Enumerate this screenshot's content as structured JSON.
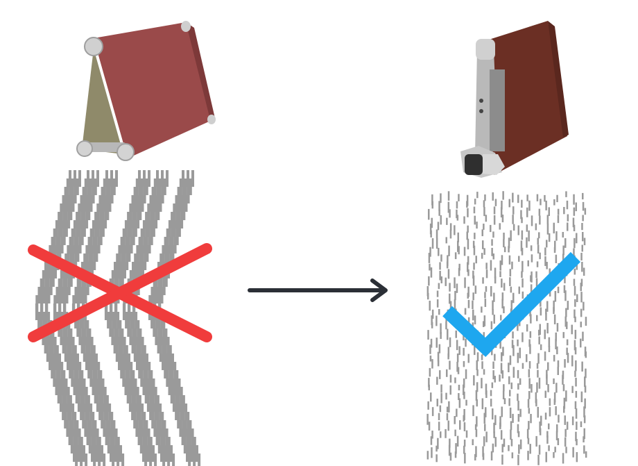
{
  "left_panel": {
    "machine": {
      "icon": "belt-sander-simple-icon",
      "belt_color": "#9a4a4a",
      "side_color": "#8f8a6a",
      "roller_color": "#c9c9c9"
    },
    "pattern": {
      "kind": "wavy-aligned-stripes",
      "stroke_color": "#9a9a9a"
    },
    "mark": {
      "icon": "red-cross-icon",
      "color": "#f03c3c",
      "meaning": "incorrect"
    }
  },
  "transition": {
    "icon": "right-arrow-icon",
    "color": "#2b2f36"
  },
  "right_panel": {
    "machine": {
      "icon": "belt-sander-with-motor-icon",
      "belt_color": "#6b2f24",
      "housing_color": "#b9b9b9"
    },
    "pattern": {
      "kind": "random-scattered-stripes",
      "stroke_color": "#9a9a9a"
    },
    "mark": {
      "icon": "blue-check-icon",
      "color": "#1ea7ef",
      "meaning": "correct"
    }
  }
}
